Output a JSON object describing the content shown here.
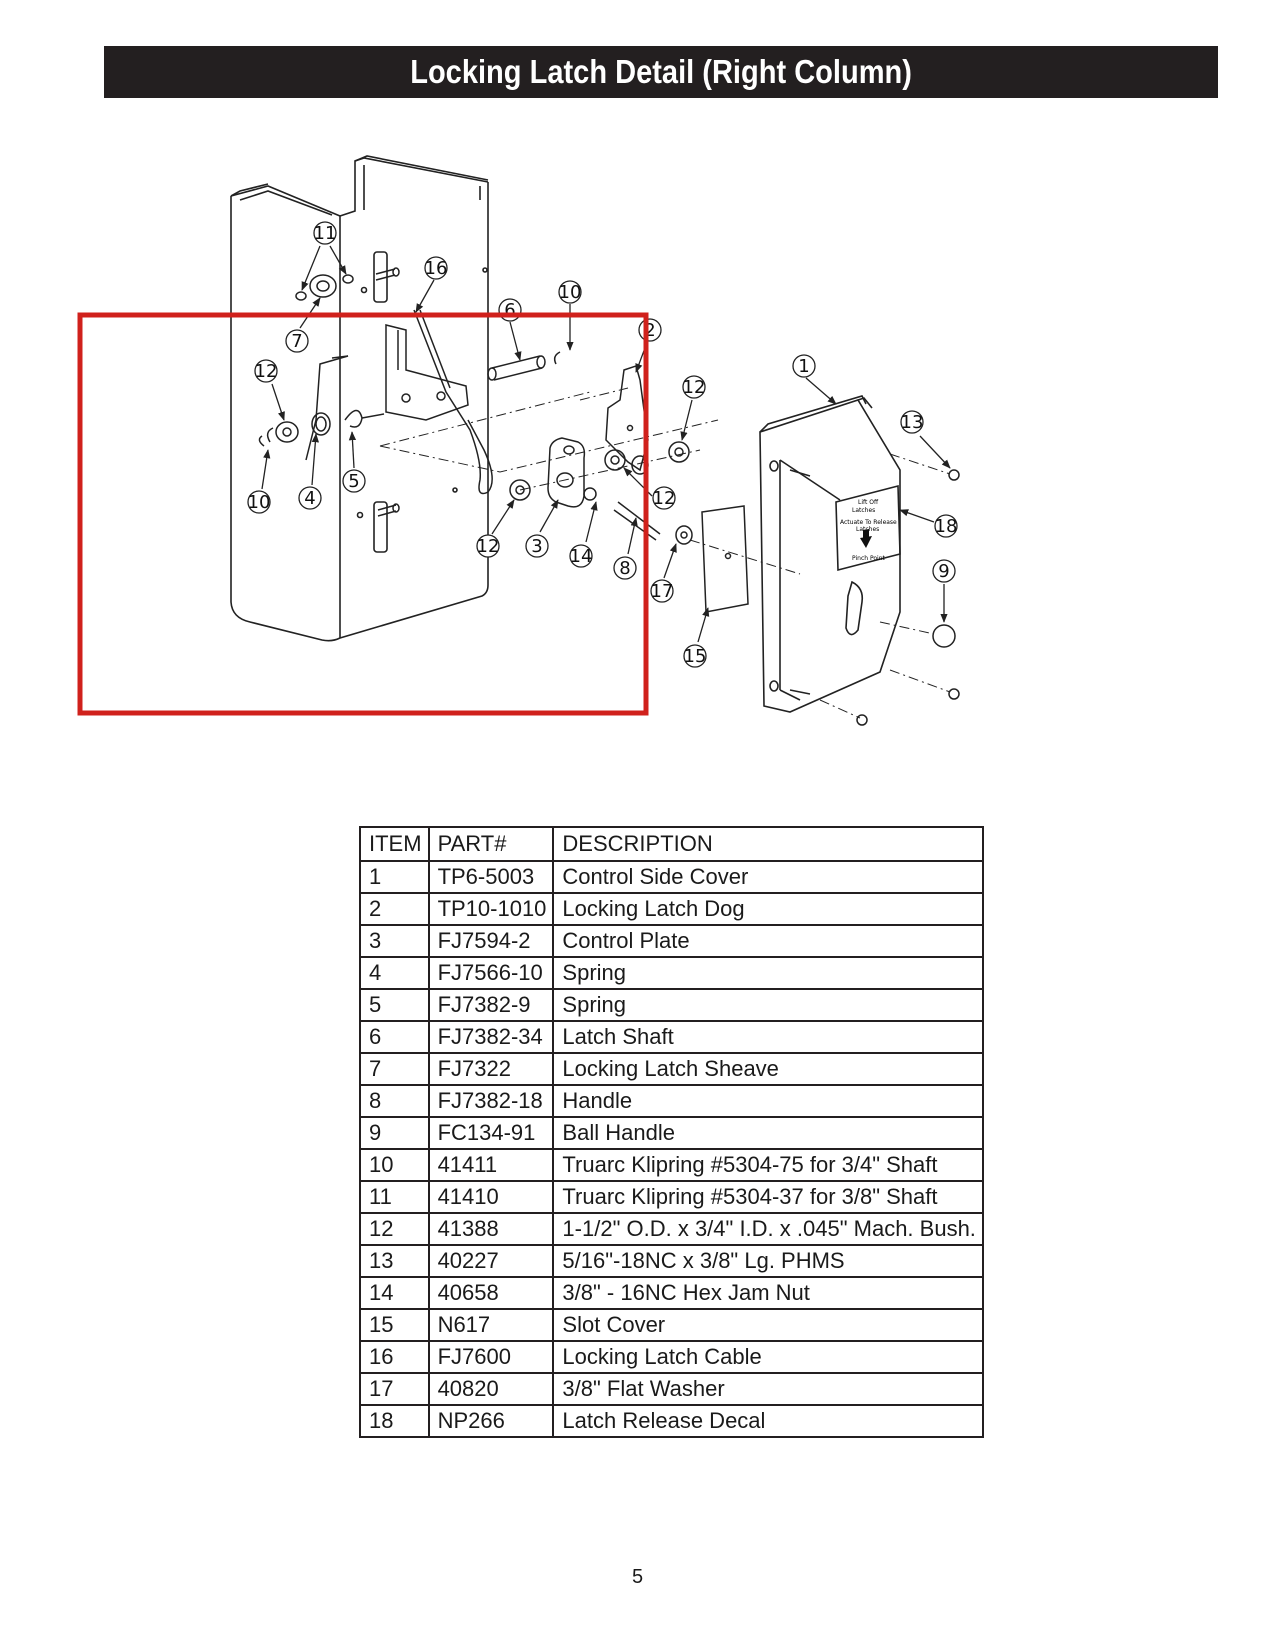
{
  "title": "Locking Latch Detail (Right Column)",
  "diagram": {
    "callouts": [
      "1",
      "2",
      "3",
      "4",
      "5",
      "6",
      "7",
      "8",
      "9",
      "10",
      "11",
      "12",
      "13",
      "14",
      "15",
      "16",
      "17",
      "18"
    ],
    "decal": {
      "line1": "Lift Off",
      "line2": "Latches",
      "line3": "Actuate To Release",
      "line4": "Latches",
      "line5": "Pinch Point"
    },
    "highlight_color": "#d0211c"
  },
  "table": {
    "headers": [
      "ITEM",
      "PART#",
      "DESCRIPTION"
    ],
    "rows": [
      [
        "1",
        "TP6-5003",
        "Control Side Cover"
      ],
      [
        "2",
        "TP10-1010",
        "Locking Latch Dog"
      ],
      [
        "3",
        "FJ7594-2",
        "Control Plate"
      ],
      [
        "4",
        "FJ7566-10",
        "Spring"
      ],
      [
        "5",
        "FJ7382-9",
        "Spring"
      ],
      [
        "6",
        "FJ7382-34",
        "Latch Shaft"
      ],
      [
        "7",
        "FJ7322",
        "Locking Latch Sheave"
      ],
      [
        "8",
        "FJ7382-18",
        "Handle"
      ],
      [
        "9",
        "FC134-91",
        "Ball Handle"
      ],
      [
        "10",
        "41411",
        "Truarc Klipring #5304-75 for 3/4\" Shaft"
      ],
      [
        "11",
        "41410",
        "Truarc Klipring #5304-37 for 3/8\" Shaft"
      ],
      [
        "12",
        "41388",
        "1-1/2\" O.D. x 3/4\" I.D. x .045\" Mach. Bush."
      ],
      [
        "13",
        "40227",
        "5/16\"-18NC x 3/8\" Lg. PHMS"
      ],
      [
        "14",
        "40658",
        "3/8\" - 16NC Hex Jam Nut"
      ],
      [
        "15",
        "N617",
        "Slot Cover"
      ],
      [
        "16",
        "FJ7600",
        "Locking Latch Cable"
      ],
      [
        "17",
        "40820",
        "3/8\" Flat Washer"
      ],
      [
        "18",
        "NP266",
        "Latch Release Decal"
      ]
    ]
  },
  "page_number": "5"
}
